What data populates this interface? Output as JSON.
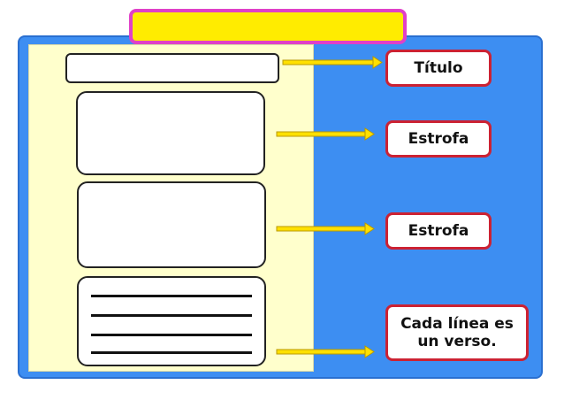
{
  "header": {
    "banner_text": ""
  },
  "labels": {
    "title": "Título",
    "stanza_1": "Estrofa",
    "stanza_2": "Estrofa",
    "verse": "Cada línea es un verso."
  },
  "colors": {
    "panel": "#3d8ef2",
    "banner_fill": "#ffec00",
    "banner_border": "#e040c8",
    "paper": "#ffffcc",
    "label_border": "#cc2233",
    "arrow_fill": "#ffe000"
  }
}
